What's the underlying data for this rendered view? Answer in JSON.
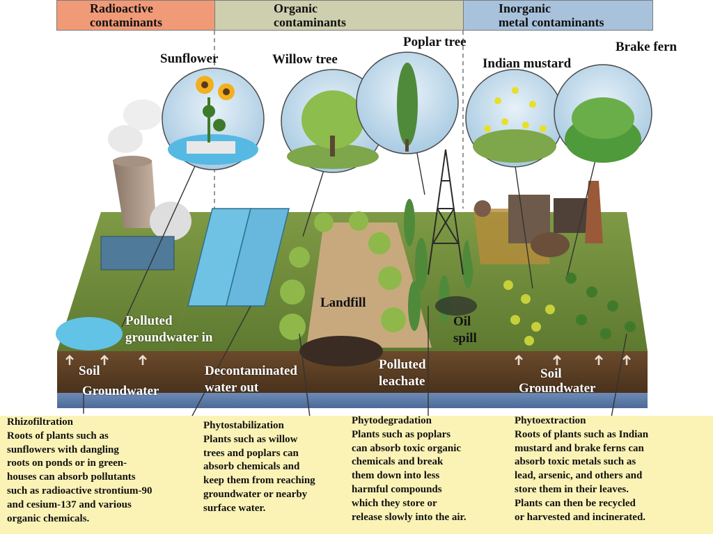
{
  "headers": [
    {
      "line1": "Radioactive",
      "line2": "contaminants",
      "color": "#f19a77"
    },
    {
      "line1": "Organic",
      "line2": "contaminants",
      "color": "#cdcfae"
    },
    {
      "line1": "Inorganic",
      "line2": "metal contaminants",
      "color": "#a8c2dc"
    }
  ],
  "plants": {
    "sunflower": "Sunflower",
    "willow": "Willow tree",
    "poplar": "Poplar tree",
    "mustard": "Indian mustard",
    "fern": "Brake fern"
  },
  "scene_labels": {
    "polluted_in_1": "Polluted",
    "polluted_in_2": "groundwater in",
    "soil_left": "Soil",
    "groundwater_left": "Groundwater",
    "decon_1": "Decontaminated",
    "decon_2": "water out",
    "landfill": "Landfill",
    "leachate_1": "Polluted",
    "leachate_2": "leachate",
    "oil_1": "Oil",
    "oil_2": "spill",
    "soil_right": "Soil",
    "groundwater_right": "Groundwater"
  },
  "descriptions": [
    {
      "title": "Rhizofiltration",
      "lines": [
        "Roots of plants such as",
        "sunflowers with dangling",
        "roots on ponds or in green-",
        "houses can absorb pollutants",
        "such as radioactive strontium-90",
        "and cesium-137 and various",
        "organic chemicals."
      ]
    },
    {
      "title": "Phytostabilization",
      "lines": [
        "Plants such as willow",
        "trees and poplars can",
        "absorb chemicals and",
        "keep them from reaching",
        "groundwater or nearby",
        "surface water."
      ]
    },
    {
      "title": "Phytodegradation",
      "lines": [
        "Plants such as poplars",
        "can absorb toxic organic",
        "chemicals and break",
        "them down into less",
        "harmful compounds",
        "which they store or",
        "release slowly into the air."
      ]
    },
    {
      "title": "Phytoextraction",
      "lines": [
        "Roots of plants such as Indian",
        "mustard and brake ferns can",
        "absorb toxic metals such as",
        "lead, arsenic, and others and",
        "store them in their leaves.",
        "Plants can then be recycled",
        "or harvested and incinerated."
      ]
    }
  ],
  "colors": {
    "panel": "#fbf3b6",
    "grass": "#6f8a3a",
    "soil": "#5c3d22",
    "groundwater": "#5a7aa8",
    "water": "#4fb7e0"
  }
}
